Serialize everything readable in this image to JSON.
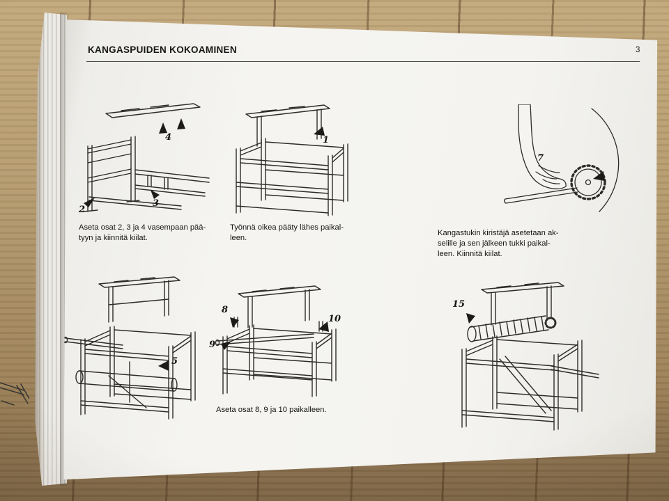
{
  "page": {
    "title": "KANGASPUIDEN KOKOAMINEN",
    "page_number": "3"
  },
  "figures": {
    "fig1": {
      "labels": {
        "l4": "4",
        "l2": "2",
        "l3": "3"
      },
      "caption": "Aseta osat 2, 3 ja 4 vasempaan pää-\ntyyn ja kiinnitä kiilat."
    },
    "fig2": {
      "labels": {
        "l1": "1"
      },
      "caption": "Työnnä oikea pääty lähes paikal-\nleen."
    },
    "fig3": {
      "labels": {
        "l7": "7"
      },
      "caption": "Kangastukin kiristäjä asetetaan ak-\nselille ja sen jälkeen tukki paikal-\nleen. Kiinnitä kiilat."
    },
    "fig4": {
      "labels": {
        "l5": "5"
      },
      "caption": ""
    },
    "fig5": {
      "labels": {
        "l8": "8",
        "l9": "9",
        "l10": "10"
      },
      "caption": "Aseta osat 8, 9 ja 10 paikalleen."
    },
    "fig6": {
      "labels": {
        "l15": "15"
      },
      "caption": ""
    }
  }
}
